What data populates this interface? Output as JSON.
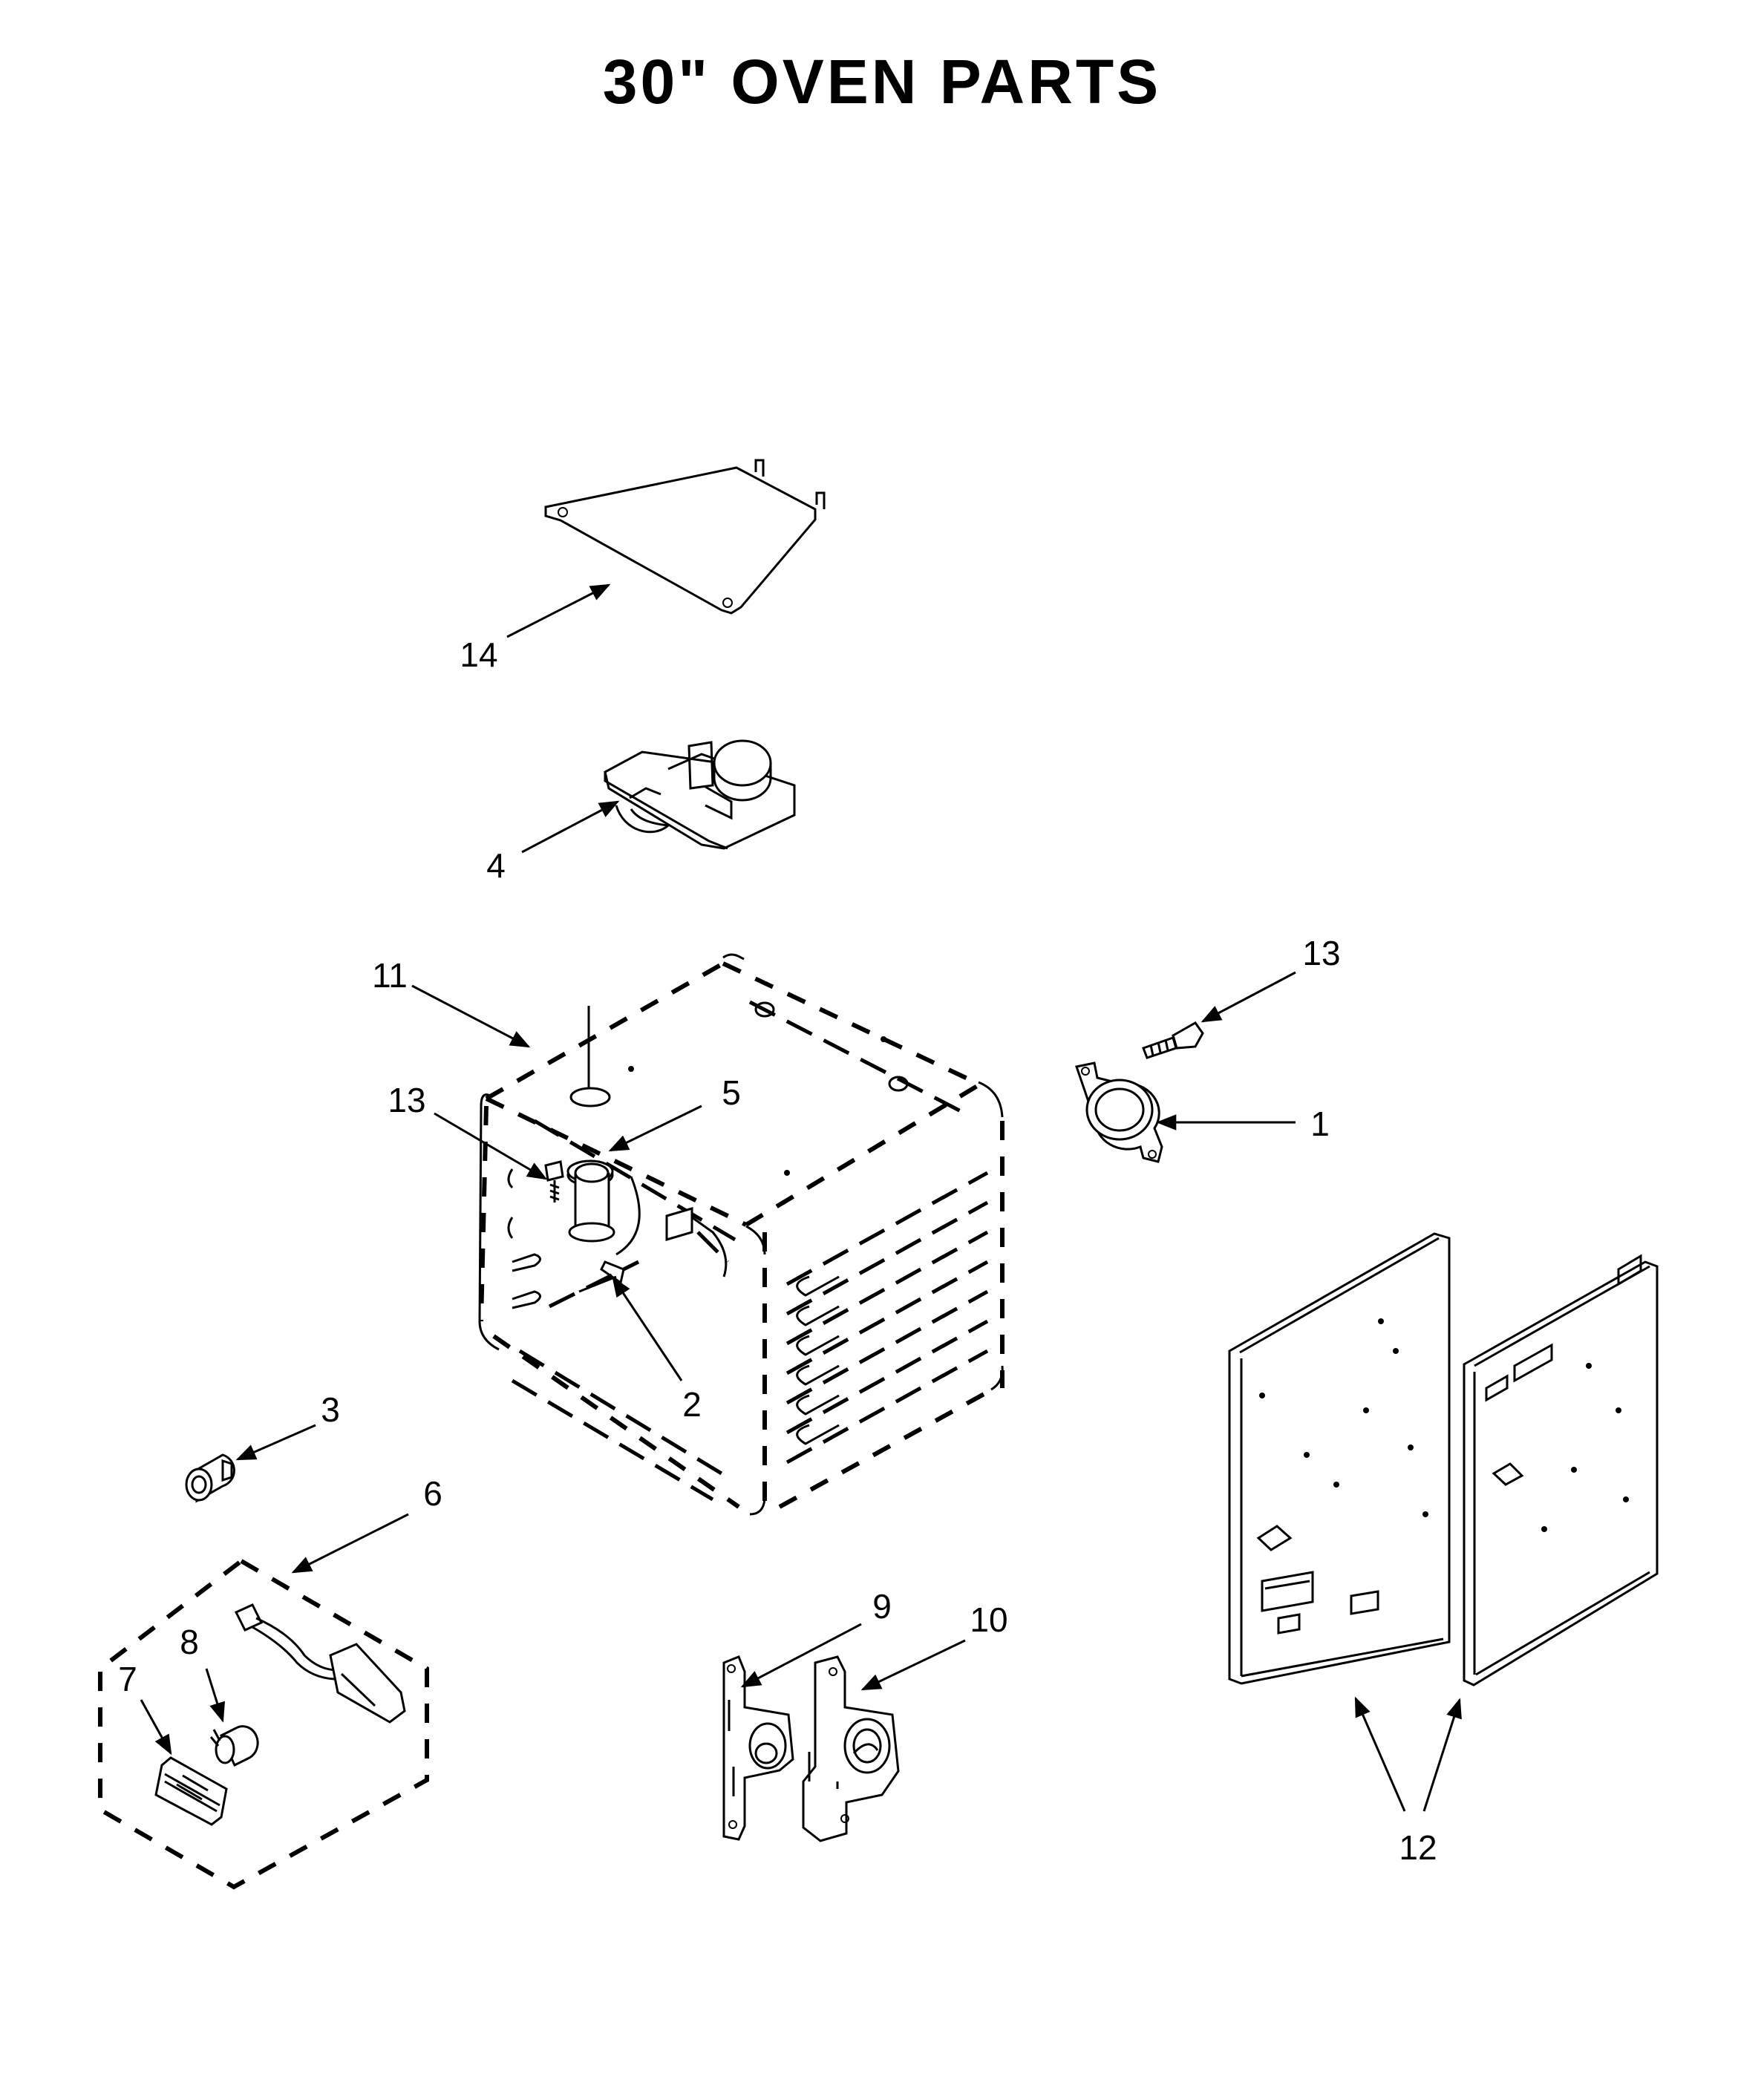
{
  "title": "30\" OVEN PARTS",
  "callouts": [
    "1",
    "2",
    "3",
    "4",
    "5",
    "6",
    "7",
    "8",
    "9",
    "10",
    "11",
    "12",
    "13",
    "13",
    "14"
  ]
}
